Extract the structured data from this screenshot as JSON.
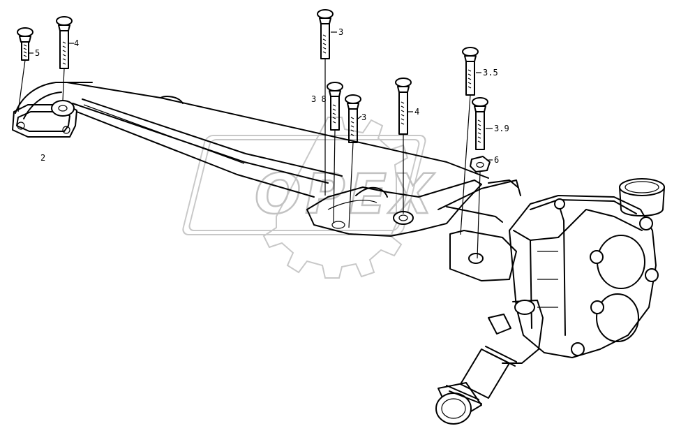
{
  "watermark": {
    "text": "OPEX"
  },
  "callouts": [
    {
      "id": "bolt-5",
      "label": "5"
    },
    {
      "id": "bolt-4-left",
      "label": "4"
    },
    {
      "id": "gasket",
      "label": "2"
    },
    {
      "id": "bolt-3-top",
      "label": "3"
    },
    {
      "id": "bolt-3.8",
      "label": "3 8"
    },
    {
      "id": "bolt-3-mid",
      "label": "3"
    },
    {
      "id": "bolt-4-mid",
      "label": "4"
    },
    {
      "id": "bolt-3.5",
      "label": "3.5"
    },
    {
      "id": "bolt-3.9",
      "label": "3.9"
    },
    {
      "id": "washer-6",
      "label": "6"
    }
  ]
}
